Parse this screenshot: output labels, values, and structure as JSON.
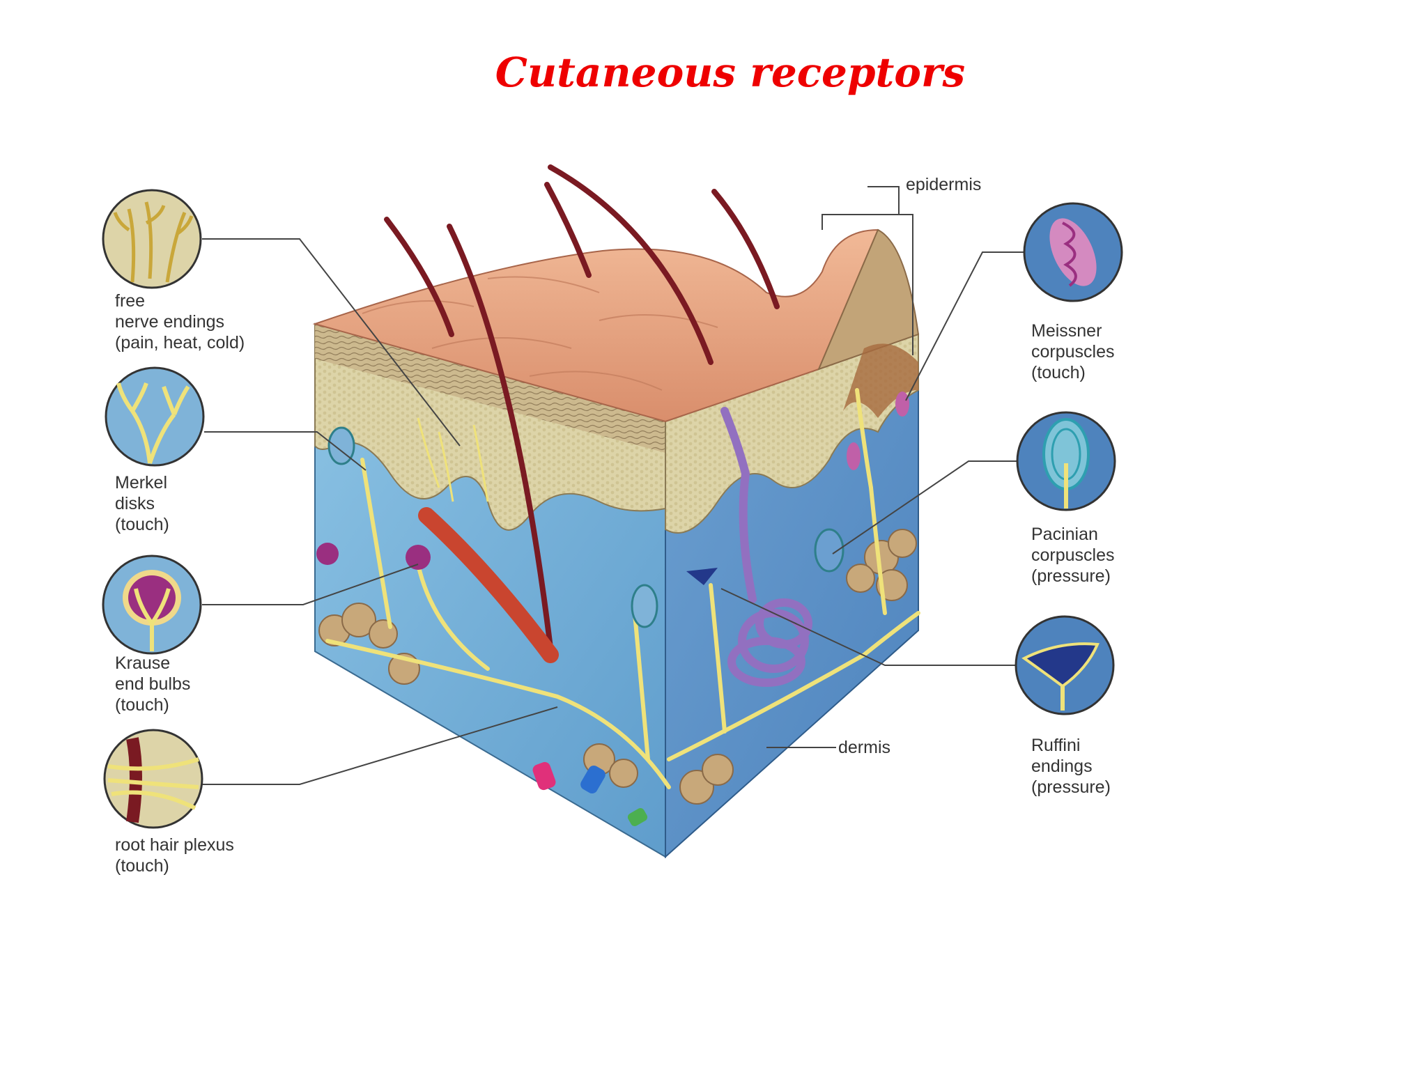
{
  "title": "Cutaneous receptors",
  "labels": {
    "free_nerve_endings": "free\nnerve endings\n(pain, heat, cold)",
    "merkel_disks": "Merkel\ndisks\n(touch)",
    "krause_end_bulbs": "Krause\nend bulbs\n(touch)",
    "root_hair_plexus": "root hair plexus\n(touch)",
    "epidermis": "epidermis",
    "dermis": "dermis",
    "meissner_corpuscles": "Meissner\ncorpuscles\n(touch)",
    "pacinian_corpuscles": "Pacinian\ncorpuscles\n(pressure)",
    "ruffini_endings": "Ruffini\nendings\n(pressure)"
  },
  "colors": {
    "title": "#ee0000",
    "epidermis_surface": "#e8a27f",
    "epidermis_layer": "#dcd3a6",
    "dermis": "#7fb3d8",
    "nerve": "#efe27a",
    "hair": "#7a1a22",
    "fat": "#c8a87a",
    "leader_line": "#444444"
  }
}
